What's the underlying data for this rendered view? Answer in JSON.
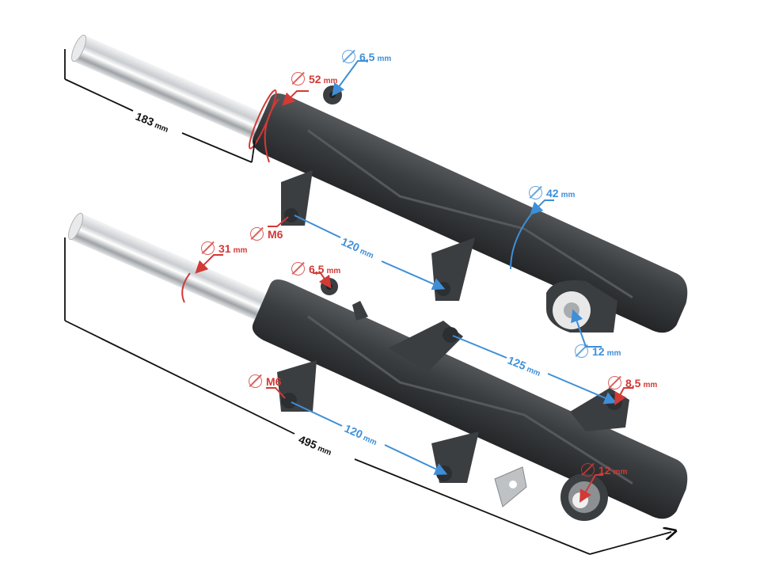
{
  "colors": {
    "red_annotation": "#d23a36",
    "blue_annotation": "#3f8fd8",
    "black_annotation": "#111111",
    "fork_body": "#3a3d3f",
    "chrome_tube": "#d7dade",
    "background": "#ffffff"
  },
  "upper_fork": {
    "tube_length": {
      "value": "183",
      "unit": "mm"
    },
    "tube_diameter": {
      "value": "52",
      "unit": "mm",
      "symbol": "diameter-icon"
    },
    "top_hole": {
      "value": "6,5",
      "unit": "mm",
      "symbol": "diameter-icon"
    },
    "body_diameter": {
      "value": "42",
      "unit": "mm",
      "symbol": "diameter-icon"
    },
    "mount_thread": {
      "value": "M6",
      "symbol": "diameter-icon"
    },
    "mount_spacing": {
      "value": "120",
      "unit": "mm"
    },
    "axle_hole": {
      "value": "12",
      "unit": "mm",
      "symbol": "diameter-icon"
    }
  },
  "lower_fork": {
    "overall_length": {
      "value": "495",
      "unit": "mm"
    },
    "tube_diameter": {
      "value": "31",
      "unit": "mm",
      "symbol": "diameter-icon"
    },
    "top_hole": {
      "value": "6,5",
      "unit": "mm",
      "symbol": "diameter-icon"
    },
    "mount_thread": {
      "value": "M6",
      "symbol": "diameter-icon"
    },
    "mount_spacing": {
      "value": "120",
      "unit": "mm"
    },
    "caliper_spacing": {
      "value": "125",
      "unit": "mm"
    },
    "caliper_hole": {
      "value": "8,5",
      "unit": "mm",
      "symbol": "diameter-icon"
    },
    "axle_hole": {
      "value": "12",
      "unit": "mm",
      "symbol": "diameter-icon"
    }
  }
}
